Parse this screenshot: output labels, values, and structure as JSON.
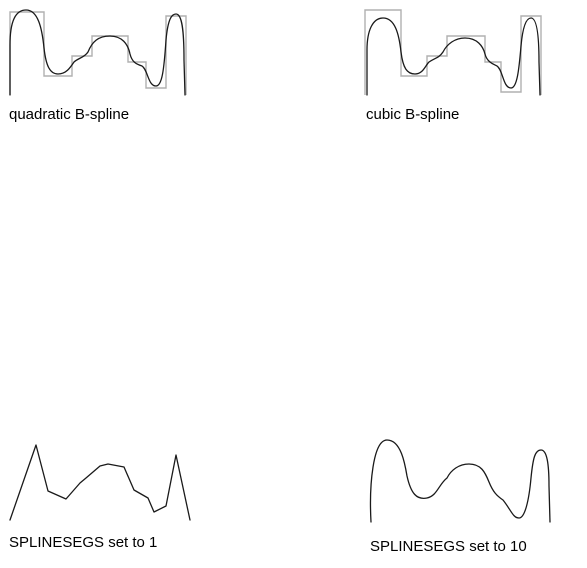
{
  "captions": {
    "quadratic": "quadratic B-spline",
    "cubic": "cubic B-spline",
    "segs1": "SPLINESEGS set to 1",
    "segs10": "SPLINESEGS set to 10"
  },
  "colors": {
    "curve": "#1a1a1a",
    "control_frame": "#b0b0b0"
  }
}
